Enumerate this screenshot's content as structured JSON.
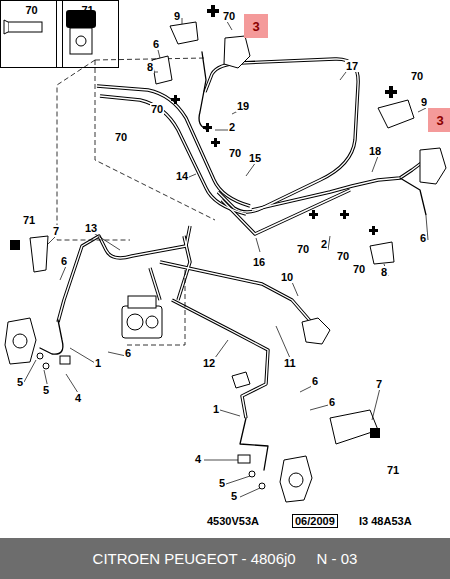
{
  "diagram": {
    "nodes": [
      {
        "text": [
          "70"
        ]
      },
      {
        "text": [
          "71"
        ]
      },
      {
        "text": [
          "3"
        ]
      },
      {
        "text": [
          "3"
        ]
      },
      {
        "text": [
          "CITROEN PEUGEOT - 4806j0     N - 03"
        ]
      }
    ],
    "labels": [
      "9",
      "70",
      "17",
      "6",
      "8",
      "70",
      "19",
      "2",
      "70",
      "70",
      "15",
      "14",
      "70",
      "9",
      "18",
      "16",
      "70",
      "2",
      "70",
      "70",
      "8",
      "6",
      "71",
      "7",
      "13",
      "6",
      "1",
      "6",
      "5",
      "5",
      "4",
      "10",
      "11",
      "12",
      "6",
      "6",
      "1",
      "7",
      "4",
      "71",
      "5",
      "5",
      "4530V53A",
      "06/2009",
      "I3 48A53A"
    ]
  }
}
